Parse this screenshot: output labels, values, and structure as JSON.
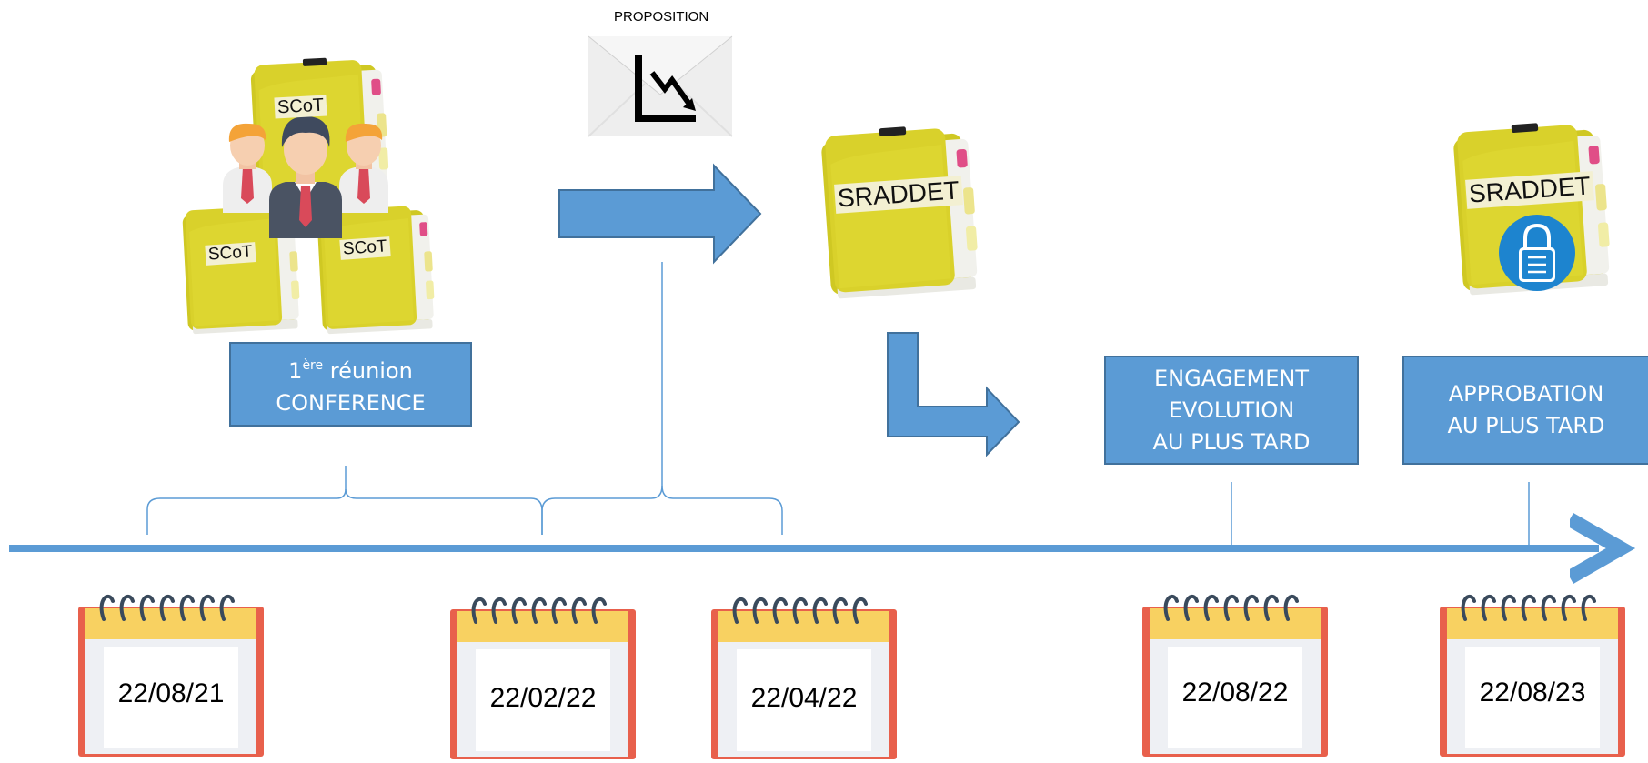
{
  "proposition_label": "PROPOSITION",
  "conference_box": {
    "sup": "ère",
    "line1_prefix": "1",
    "line1_rest": " réunion",
    "line2": "CONFERENCE"
  },
  "engagement_box": [
    "ENGAGEMENT",
    "EVOLUTION",
    "AU PLUS TARD"
  ],
  "approbation_box": [
    "APPROBATION",
    "AU PLUS TARD"
  ],
  "folders": {
    "scot": "SCoT",
    "sraddet": "SRADDET"
  },
  "dates": [
    "22/08/21",
    "22/02/22",
    "22/04/22",
    "22/08/22",
    "22/08/23"
  ],
  "icons": {
    "people": "people-icon",
    "envelope": "envelope-chart-icon",
    "lock": "padlock-icon",
    "calendar": "calendar-icon",
    "folder": "folder-icon"
  },
  "colors": {
    "timeline": "#5b9bd5",
    "box_fill": "#5b9bd5",
    "box_border": "#41719c",
    "folder": "#d7cf2a",
    "calendar_frame": "#e8604c",
    "calendar_header": "#f8d161"
  }
}
